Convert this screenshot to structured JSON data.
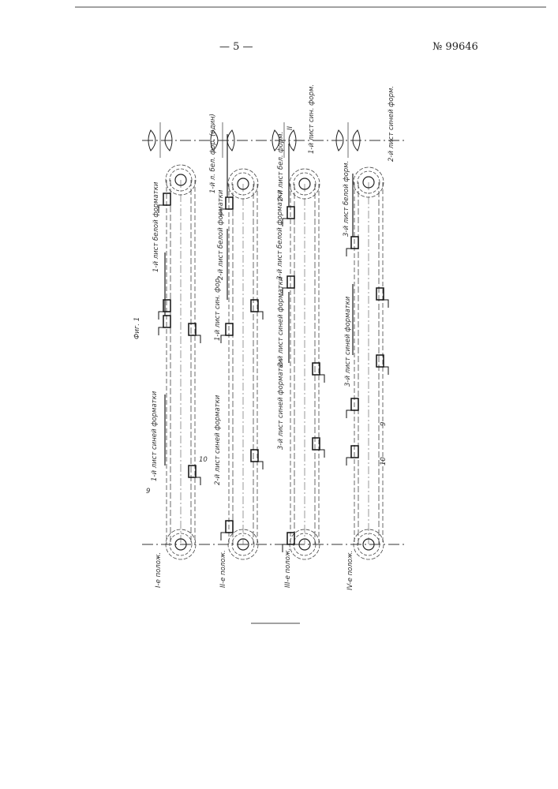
{
  "header": {
    "page_number": "— 5 —",
    "patent_number": "№ 99646"
  },
  "figure_label": "Фиг. 1",
  "positions": [
    {
      "label": "I-е полож.",
      "labels": [
        "1-й лист белой форматки",
        "1-й лист синей форматки"
      ],
      "refs": [
        "9",
        "10"
      ]
    },
    {
      "label": "II-е полож.",
      "labels": [
        "1-й л. бел. фор. (один)",
        "2-й лист белой форматки",
        "1-й лист син. фор.",
        "2-й лист синей форматки"
      ]
    },
    {
      "label": "III-е полож.",
      "labels": [
        "2-й лист бел. форм.",
        "3-й лист белой форматки",
        "2-й лист синей форматки",
        "3-й лист синей форматки",
        "1-й лист син. форм."
      ],
      "refs": [
        "II"
      ]
    },
    {
      "label": "IV-е полож.",
      "labels": [
        "3-й лист белой форм.",
        "3-й лист синей форматки",
        "2-й лист синей форм."
      ],
      "refs": [
        "9",
        "10"
      ]
    }
  ]
}
